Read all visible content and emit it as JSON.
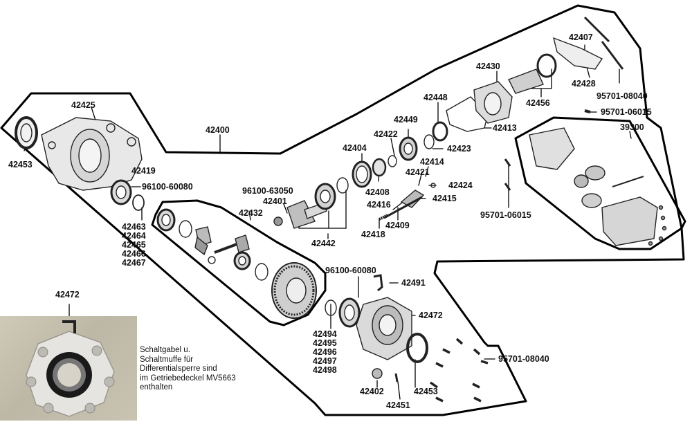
{
  "groups": {
    "housing": "42400",
    "diff": "42432",
    "pinion": "42442",
    "shift_unit": "39300",
    "cover_photo": "42472"
  },
  "parts": {
    "p42425": "42425",
    "p42453a": "42453",
    "p42419": "42419",
    "p96100_60080a": "96100-60080",
    "p42463": "42463",
    "p42464": "42464",
    "p42465": "42465",
    "p42466": "42466",
    "p42467": "42467",
    "p96100_63050": "96100-63050",
    "p42401": "42401",
    "p42404": "42404",
    "p42408": "42408",
    "p42422": "42422",
    "p42449": "42449",
    "p42448": "42448",
    "p42423": "42423",
    "p42414": "42414",
    "p42421": "42421",
    "p42424": "42424",
    "p42415": "42415",
    "p42416": "42416",
    "p42409": "42409",
    "p42418": "42418",
    "p42430": "42430",
    "p42413": "42413",
    "p42456": "42456",
    "p42407": "42407",
    "p42428": "42428",
    "p95701_08040a": "95701-08040",
    "p95701_06015a": "95701-06015",
    "p95701_06015b": "95701-06015",
    "p96100_60080b": "96100-60080",
    "p42491": "42491",
    "p42472": "42472",
    "p42494": "42494",
    "p42495": "42495",
    "p42496": "42496",
    "p42497": "42497",
    "p42498": "42498",
    "p95701_08040b": "95701-08040",
    "p42402": "42402",
    "p42453b": "42453",
    "p42451": "42451"
  },
  "note": {
    "lines": [
      "Schaltgabel u.",
      "Schaltmuffe für",
      "Differentialsperre sind",
      "im Getriebedeckel MV5663",
      "enthalten"
    ]
  }
}
